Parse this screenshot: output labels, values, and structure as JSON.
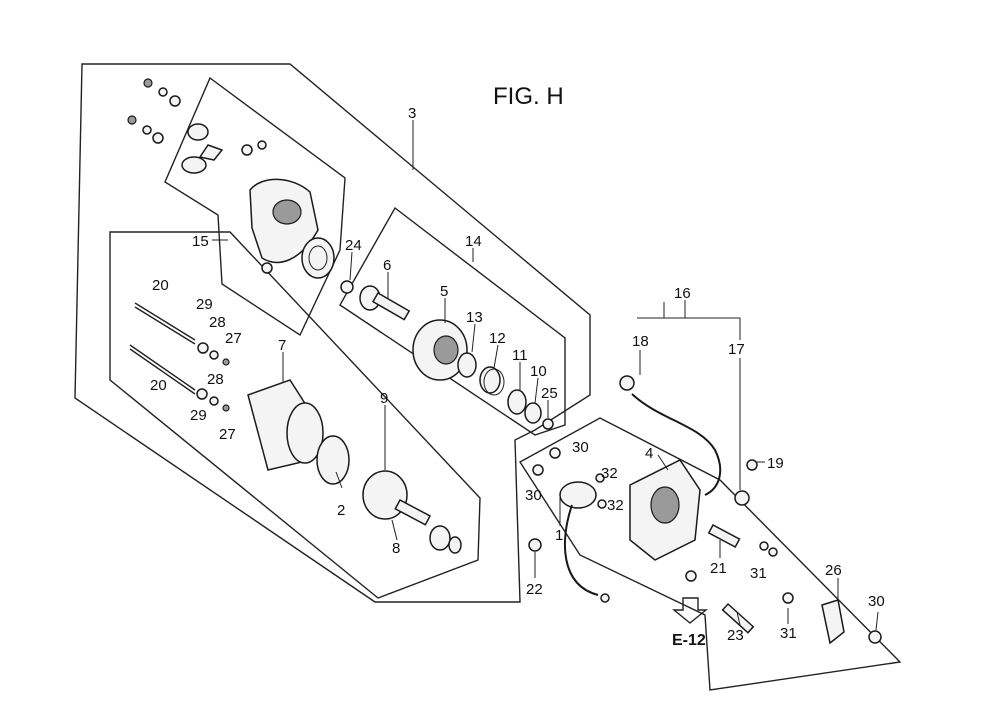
{
  "figure": {
    "title": "FIG. H",
    "ref_label": "E-12"
  },
  "callouts": {
    "c3": "3",
    "c15": "15",
    "c14": "14",
    "c24": "24",
    "c6": "6",
    "c5": "5",
    "c13": "13",
    "c12": "12",
    "c11": "11",
    "c10": "10",
    "c25": "25",
    "c20a": "20",
    "c20b": "20",
    "c29a": "29",
    "c29b": "29",
    "c28a": "28",
    "c28b": "28",
    "c27a": "27",
    "c27b": "27",
    "c7": "7",
    "c9": "9",
    "c2": "2",
    "c8": "8",
    "c16": "16",
    "c18": "18",
    "c17": "17",
    "c19": "19",
    "c4": "4",
    "c30a": "30",
    "c30b": "30",
    "c30c": "30",
    "c32a": "32",
    "c32b": "32",
    "c1": "1",
    "c22": "22",
    "c21": "21",
    "c31a": "31",
    "c31b": "31",
    "c26": "26",
    "c23": "23"
  }
}
